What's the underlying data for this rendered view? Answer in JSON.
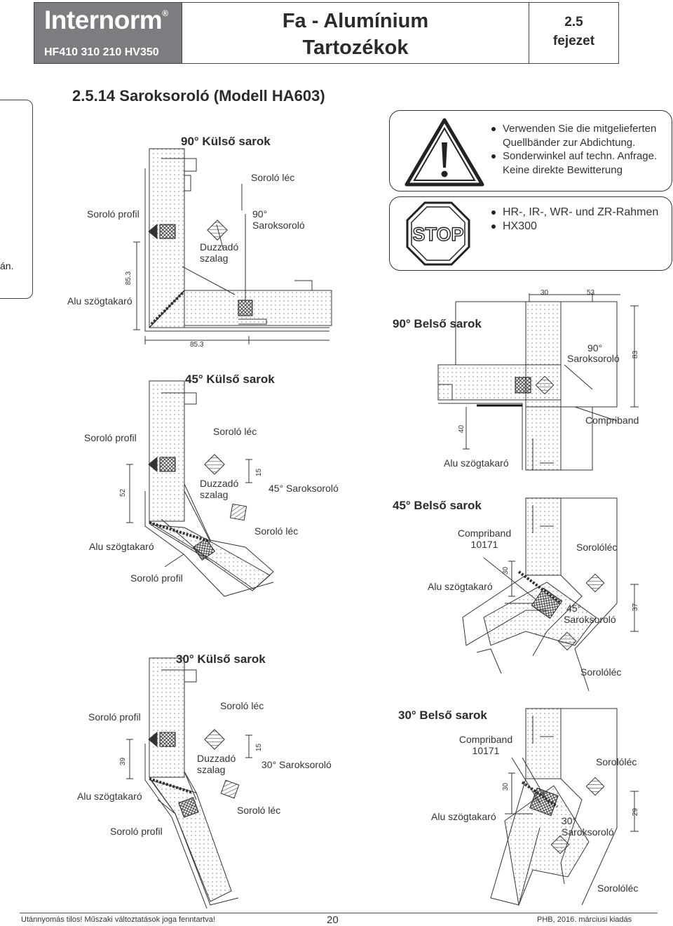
{
  "header": {
    "brand": "Internorm",
    "brand_mark": "®",
    "models": "HF410 310 210 HV350",
    "title_line1": "Fa - Alumínium",
    "title_line2": "Tartozékok",
    "chapter_number": "2.5",
    "chapter_word": "fejezet"
  },
  "section_title": "2.5.14 Saroksoroló (Modell HA603)",
  "side_tab_text": "án.",
  "warning_box": {
    "icon": "warning-triangle-icon",
    "items": [
      {
        "text": "Verwenden Sie die mitgelieferten",
        "bullet": true
      },
      {
        "text": "Quellbänder zur Abdichtung.",
        "bullet": false
      },
      {
        "text": "Sonderwinkel auf techn. Anfrage.",
        "bullet": true
      },
      {
        "text": "Keine direkte Bewitterung",
        "bullet": false
      }
    ]
  },
  "stop_box": {
    "icon": "stop-sign-icon",
    "sign_text": "STOP",
    "items": [
      {
        "text": "HR-, IR-, WR- und ZR-Rahmen",
        "bullet": true
      },
      {
        "text": "HX300",
        "bullet": true
      }
    ]
  },
  "diagrams": {
    "outer90": {
      "title": "90° Külső sarok",
      "label_soroloc_lec": "Soroló léc",
      "label_profil": "Soroló profil",
      "label_saroksorolo_1": "90°",
      "label_saroksorolo_2": "Saroksoroló",
      "label_duzzado_1": "Duzzadó",
      "label_duzzado_2": "szalag",
      "label_alu": "Alu szögtakaró",
      "dim_vertical": "85.3",
      "dim_horizontal": "85.3"
    },
    "inner90": {
      "title": "90° Belső sarok",
      "dim_a": "30",
      "dim_b": "53",
      "dim_c": "83",
      "dim_d": "40",
      "label_saroksorolo_1": "90°",
      "label_saroksorolo_2": "Saroksoroló",
      "label_compriband": "Compriband",
      "label_alu": "Alu szögtakaró"
    },
    "outer45": {
      "title": "45° Külső sarok",
      "label_profil_top": "Soroló profil",
      "label_lec_top": "Soroló léc",
      "dim_52": "52",
      "dim_15": "15",
      "label_duzzado_1": "Duzzadó",
      "label_duzzado_2": "szalag",
      "label_saroksorolo": "45° Saroksoroló",
      "label_alu": "Alu szögtakaró",
      "label_lec_bottom": "Soroló léc",
      "label_profil_bottom": "Soroló profil"
    },
    "inner45": {
      "title": "45° Belső sarok",
      "label_compriband_1": "Compriband",
      "label_compriband_2": "10171",
      "label_soroloc_lec": "Sorolóléc",
      "dim_30": "30",
      "label_alu": "Alu szögtakaró",
      "label_saroksorolo_1": "45°",
      "label_saroksorolo_2": "Saroksoroló",
      "dim_37": "37",
      "label_soroloc_lec_bottom": "Sorolóléc"
    },
    "outer30": {
      "title": "30° Külső sarok",
      "label_profil_top": "Soroló profil",
      "label_lec_top": "Soroló léc",
      "dim_39": "39",
      "dim_15": "15",
      "label_duzzado_1": "Duzzadó",
      "label_duzzado_2": "szalag",
      "label_saroksorolo": "30° Saroksoroló",
      "label_alu": "Alu szögtakaró",
      "label_lec_bottom": "Soroló léc",
      "label_profil_bottom": "Soroló profil"
    },
    "inner30": {
      "title": "30° Belső sarok",
      "label_compriband_1": "Compriband",
      "label_compriband_2": "10171",
      "label_soroloc_lec": "Sorolóléc",
      "dim_30": "30",
      "label_alu": "Alu szögtakaró",
      "label_saroksorolo_1": "30°",
      "label_saroksorolo_2": "Saroksoroló",
      "dim_29": "29",
      "label_soroloc_lec_bottom": "Sorolóléc"
    }
  },
  "footer": {
    "left": "Utánnyomás tilos! Műszaki változtatások joga fenntartva!",
    "page": "20",
    "right": "PHB, 2016. márciusi kiadás"
  },
  "colors": {
    "brand_bg": "#7c7d80",
    "line": "#333333",
    "hatch": "#555555"
  }
}
